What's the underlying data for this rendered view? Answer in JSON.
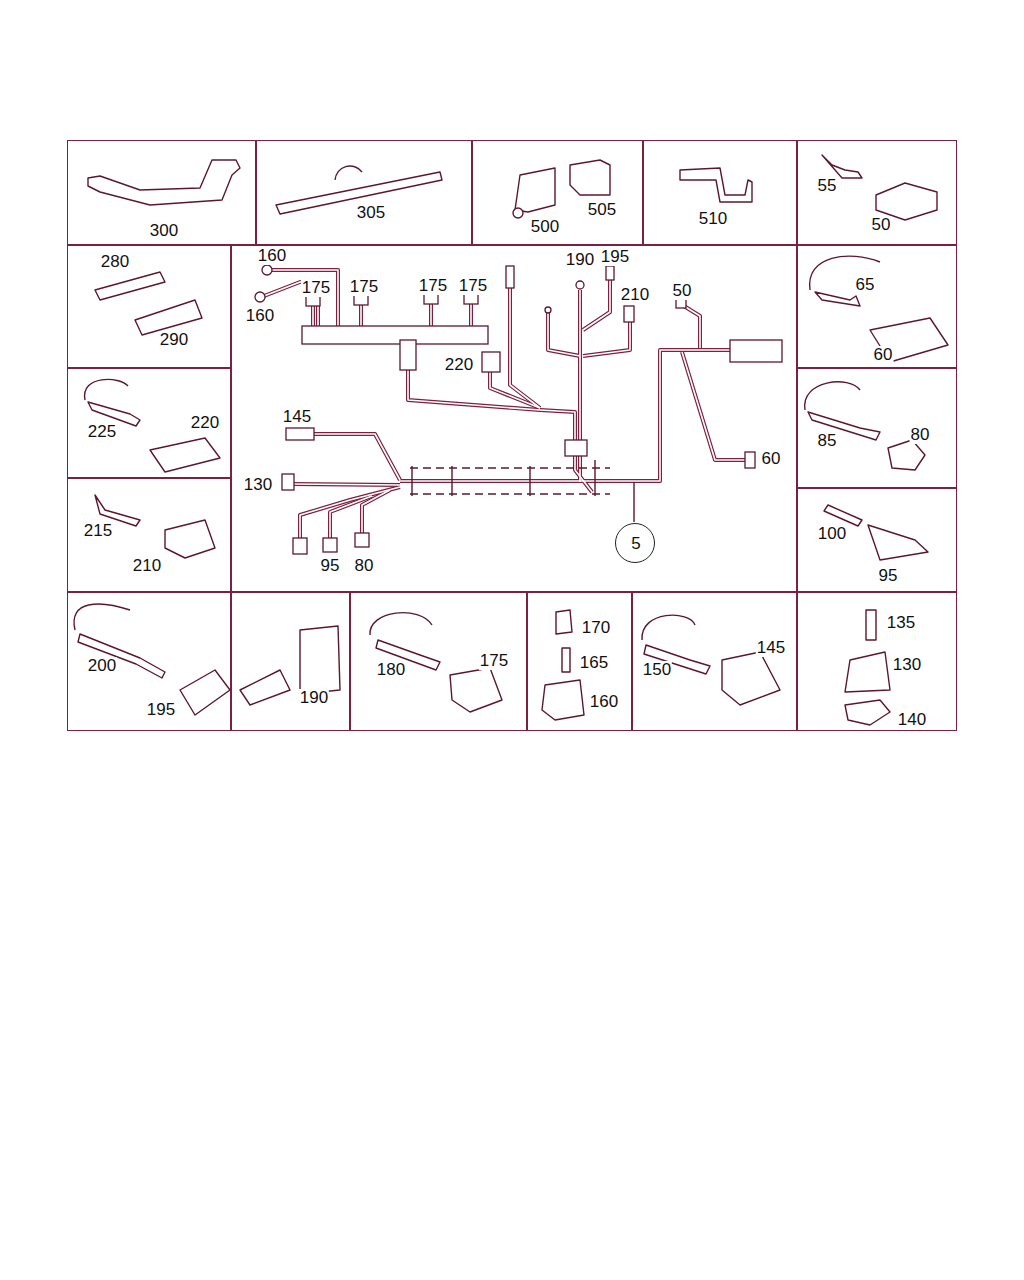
{
  "diagram": {
    "nodes": [
      {
        "text": [
          "300"
        ]
      },
      {
        "text": [
          "305"
        ]
      },
      {
        "text": [
          "500",
          "505"
        ]
      },
      {
        "text": [
          "510"
        ]
      },
      {
        "text": [
          "55",
          "50"
        ]
      },
      {
        "text": [
          "280",
          "290"
        ]
      },
      {
        "text": [
          "160",
          "160",
          "175",
          "175",
          "175",
          "175",
          "220",
          "190",
          "195",
          "210",
          "50",
          "145",
          "130",
          "60",
          "95",
          "80"
        ]
      },
      {
        "text": [
          "5"
        ],
        "in": 6
      },
      {
        "text": [
          "65",
          "60"
        ]
      },
      {
        "text": [
          "225",
          "220"
        ]
      },
      {
        "text": [
          "85",
          "80"
        ]
      },
      {
        "text": [
          "215",
          "210"
        ]
      },
      {
        "text": [
          "100",
          "95"
        ]
      },
      {
        "text": [
          "200",
          "195"
        ]
      },
      {
        "text": [
          "190"
        ]
      },
      {
        "text": [
          "180",
          "175"
        ]
      },
      {
        "text": [
          "170",
          "165",
          "160"
        ]
      },
      {
        "text": [
          "150",
          "145"
        ]
      },
      {
        "text": [
          "135",
          "130",
          "140"
        ]
      }
    ]
  }
}
